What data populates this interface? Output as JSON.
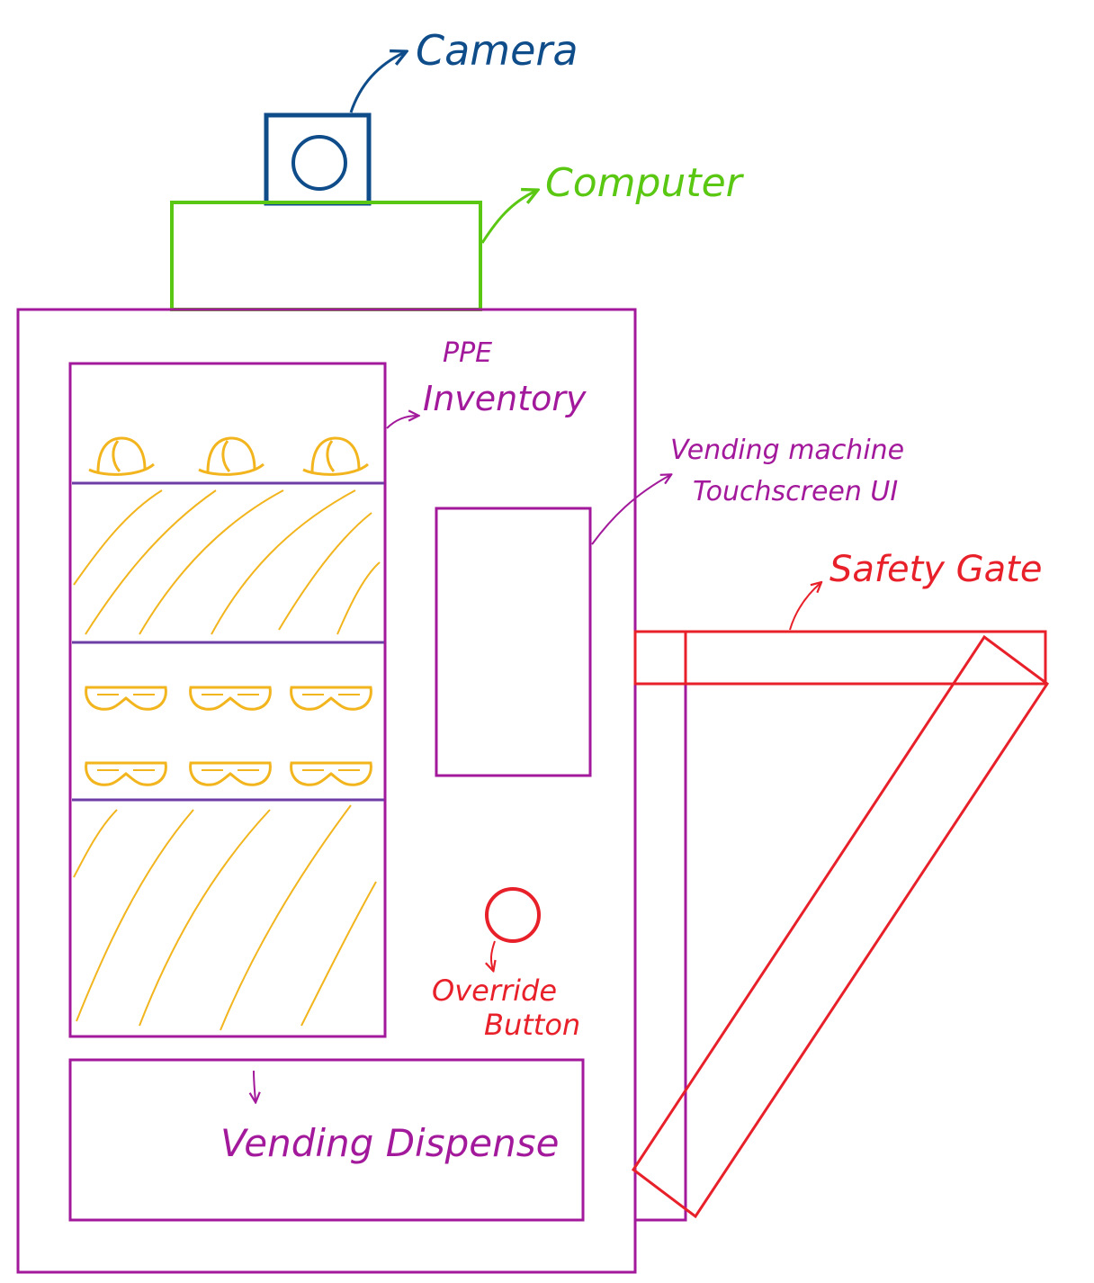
{
  "labels": {
    "camera": "Camera",
    "computer": "Computer",
    "ppe_line1": "PPE",
    "ppe_line2": "Inventory",
    "ui_line1": "Vending machine",
    "ui_line2": "Touchscreen UI",
    "safety_gate": "Safety Gate",
    "override_line1": "Override",
    "override_line2": "Button",
    "dispense": "Vending Dispense"
  },
  "colors": {
    "camera": "#0f4c8a",
    "computer": "#5ac713",
    "machine": "#a3199b",
    "shelf": "#6d3ea6",
    "ppe": "#f2b51e",
    "gate": "#e8202a",
    "override": "#e8202a"
  },
  "inventory": {
    "hard_hats": 3,
    "goggles_rows": 2,
    "goggles_per_row": 3
  }
}
